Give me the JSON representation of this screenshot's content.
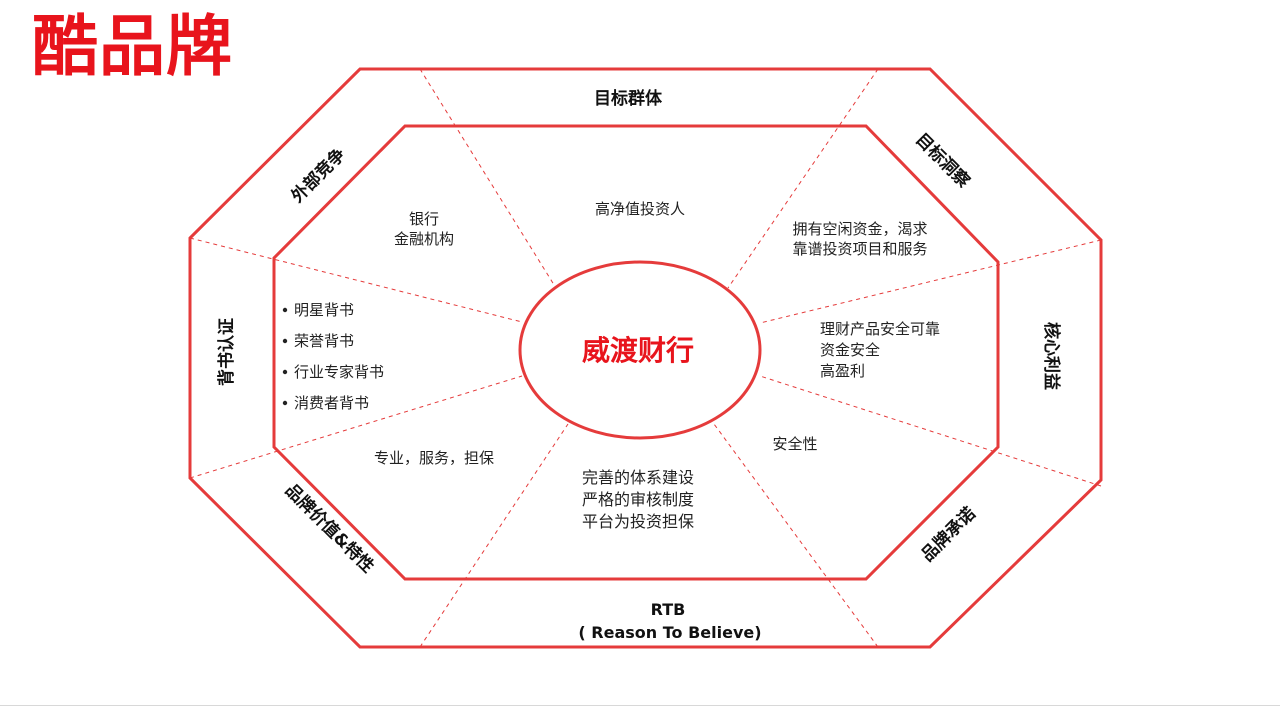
{
  "title": "酷品牌",
  "center": "威渡财行",
  "outer": {
    "top": "目标群体",
    "top_right": "目标洞察",
    "right": "核心利益",
    "bottom_right": "品牌承诺",
    "bottom_line1": "RTB",
    "bottom_line2": "( Reason To Believe)",
    "bottom_left": "品牌价值&特性",
    "left": "背书认证",
    "top_left": "外部竞争"
  },
  "inner": {
    "top": "高净值投资人",
    "top_left": [
      "银行",
      "金融机构"
    ],
    "top_right": [
      "拥有空闲资金，渴求",
      "靠谱投资项目和服务"
    ],
    "right": [
      "理财产品安全可靠",
      "资金安全",
      "高盈利"
    ],
    "bottom_right": "安全性",
    "bottom": [
      "完善的体系建设",
      "严格的审核制度",
      "平台为投资担保"
    ],
    "bottom_left": "专业，服务，担保",
    "left": [
      "明星背书",
      "荣誉背书",
      "行业专家背书",
      "消费者背书"
    ]
  },
  "colors": {
    "accent": "#e8141c",
    "line": "#e53b3b"
  }
}
